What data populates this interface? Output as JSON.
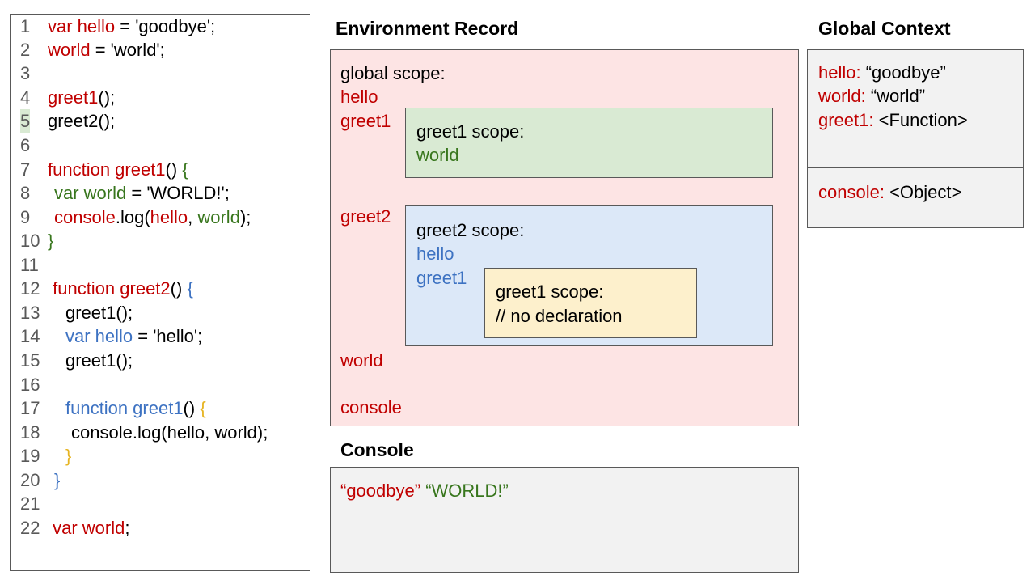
{
  "code": {
    "lines": [
      {
        "n": "1",
        "parts": [
          {
            "t": "var hello",
            "c": "red"
          },
          {
            "t": " = 'goodbye';",
            "c": ""
          }
        ]
      },
      {
        "n": "2",
        "parts": [
          {
            "t": "world",
            "c": "red"
          },
          {
            "t": " = 'world';",
            "c": ""
          }
        ]
      },
      {
        "n": "3",
        "parts": []
      },
      {
        "n": "4",
        "parts": [
          {
            "t": "greet1",
            "c": "red"
          },
          {
            "t": "();",
            "c": ""
          }
        ]
      },
      {
        "n": "5",
        "parts": [
          {
            "t": "greet2();",
            "c": ""
          }
        ],
        "highlight": true
      },
      {
        "n": "6",
        "parts": []
      },
      {
        "n": "7",
        "parts": [
          {
            "t": "function greet1",
            "c": "red"
          },
          {
            "t": "() ",
            "c": ""
          },
          {
            "t": "{",
            "c": "green"
          }
        ]
      },
      {
        "n": "8",
        "indent": 1,
        "parts": [
          {
            "t": "var world",
            "c": "green"
          },
          {
            "t": " = 'WORLD!';",
            "c": ""
          }
        ]
      },
      {
        "n": "9",
        "indent": 1,
        "parts": [
          {
            "t": "console",
            "c": "red"
          },
          {
            "t": ".log(",
            "c": ""
          },
          {
            "t": "hello",
            "c": "red"
          },
          {
            "t": ", ",
            "c": ""
          },
          {
            "t": "world",
            "c": "green"
          },
          {
            "t": ");",
            "c": ""
          }
        ]
      },
      {
        "n": "10",
        "parts": [
          {
            "t": "}",
            "c": "green"
          }
        ]
      },
      {
        "n": "11",
        "parts": []
      },
      {
        "n": "12",
        "parts": [
          {
            "t": " function greet2",
            "c": "red"
          },
          {
            "t": "() ",
            "c": ""
          },
          {
            "t": "{",
            "c": "blue"
          }
        ]
      },
      {
        "n": "13",
        "indent": 2,
        "parts": [
          {
            "t": "greet1();",
            "c": ""
          }
        ]
      },
      {
        "n": "14",
        "indent": 2,
        "parts": [
          {
            "t": "var hello",
            "c": "blue"
          },
          {
            "t": " = 'hello';",
            "c": ""
          }
        ]
      },
      {
        "n": "15",
        "indent": 2,
        "parts": [
          {
            "t": "greet1();",
            "c": ""
          }
        ]
      },
      {
        "n": "16",
        "parts": []
      },
      {
        "n": "17",
        "indent": 2,
        "parts": [
          {
            "t": "function greet1",
            "c": "blue"
          },
          {
            "t": "() ",
            "c": ""
          },
          {
            "t": "{",
            "c": "yellow"
          }
        ]
      },
      {
        "n": "18",
        "indent": 3,
        "parts": [
          {
            "t": "console.log(hello, world);",
            "c": ""
          }
        ]
      },
      {
        "n": "19",
        "indent": 2,
        "parts": [
          {
            "t": "}",
            "c": "yellow"
          }
        ]
      },
      {
        "n": "20",
        "indent": 1,
        "parts": [
          {
            "t": "}",
            "c": "blue"
          }
        ]
      },
      {
        "n": "21",
        "parts": []
      },
      {
        "n": "22",
        "parts": [
          {
            "t": " var world",
            "c": "red"
          },
          {
            "t": ";",
            "c": ""
          }
        ]
      }
    ]
  },
  "env_record": {
    "heading": "Environment Record",
    "global_scope_label": "global scope:",
    "hello": "hello",
    "greet1": "greet1",
    "greet2": "greet2",
    "world": "world",
    "console": "console",
    "greet1_scope": {
      "title": "greet1 scope:",
      "var": "world"
    },
    "greet2_scope": {
      "title": "greet2 scope:",
      "var_hello": "hello",
      "var_greet1": "greet1"
    },
    "inner_greet1_scope": {
      "title": "greet1 scope:",
      "note": "// no declaration"
    }
  },
  "console_panel": {
    "heading": "Console",
    "output_1": "“goodbye”",
    "output_2": "“WORLD!”"
  },
  "global_context": {
    "heading": "Global Context",
    "hello_key": "hello:",
    "hello_val": "“goodbye”",
    "world_key": "world:",
    "world_val": "“world”",
    "greet1_key": "greet1:",
    "greet1_val": "<Function>",
    "console_key": "console:",
    "console_val": "<Object>"
  },
  "colors": {
    "red": "#c00000",
    "green": "#38761d",
    "blue": "#3d72c2",
    "yellow": "#e6b422",
    "env_bg": "#fde4e4",
    "green_scope_bg": "#d9ead3",
    "blue_scope_bg": "#dce8f8",
    "yellow_scope_bg": "#fdf0cc",
    "panel_bg": "#f2f2f2"
  }
}
